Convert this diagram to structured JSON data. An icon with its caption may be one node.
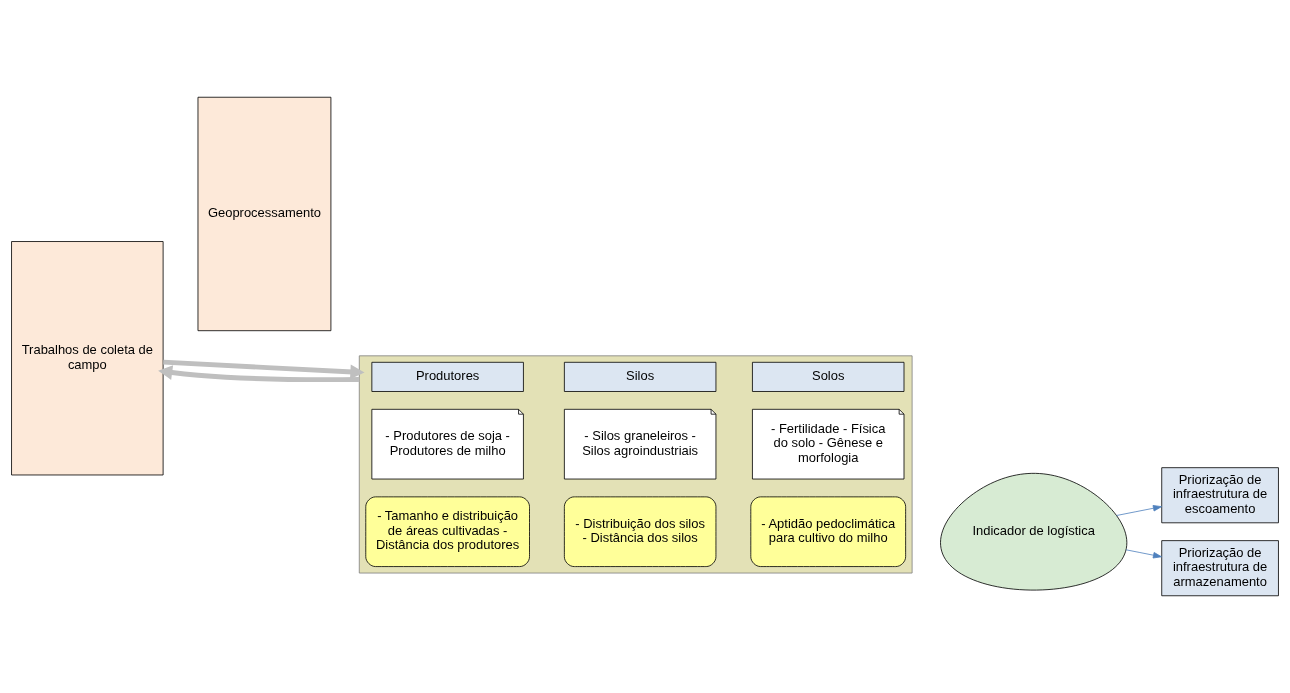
{
  "diagram": {
    "nodes": [
      {
        "text": [
          "Trabalhos de coleta de campo"
        ]
      },
      {
        "text": [
          "Geoprocessamento"
        ]
      },
      {
        "text": [],
        "shape": "box"
      },
      {
        "text": [
          "Produtores"
        ],
        "in": 2
      },
      {
        "text": [
          "- Produtores de soja - Produtores de milho"
        ],
        "in": 2
      },
      {
        "text": [
          "- Tamanho e distribuição de áreas cultivadas - Distância dos produtores"
        ],
        "in": 2
      },
      {
        "text": [
          "Silos"
        ],
        "in": 2
      },
      {
        "text": [
          "- Silos graneleiros - Silos agroindustriais"
        ],
        "in": 2
      },
      {
        "text": [
          "- Distribuição dos silos - Distância dos silos"
        ],
        "in": 2
      },
      {
        "text": [
          "Solos"
        ],
        "in": 2
      },
      {
        "text": [
          "- Fertilidade - Física do solo - Gênese e morfologia"
        ],
        "in": 2
      },
      {
        "text": [
          "- Aptidão pedoclimática para cultivo do milho"
        ],
        "in": 2
      },
      {
        "text": [
          "Indicador de logística"
        ]
      },
      {
        "text": [
          "Priorização de infraestrutura de escoamento"
        ]
      },
      {
        "text": [
          "Priorização de infraestrutura de armazenamento"
        ]
      }
    ],
    "edges": [
      {
        "from": 0,
        "to": 2,
        "arrow": "to",
        "style": "thick",
        "color": "#bfbfbf"
      },
      {
        "from": 2,
        "to": 0,
        "arrow": "to",
        "style": "thick",
        "color": "#bfbfbf"
      },
      {
        "from": 12,
        "to": 13,
        "arrow": "to",
        "color": "#4f81bd"
      },
      {
        "from": 12,
        "to": 14,
        "arrow": "to",
        "color": "#4f81bd"
      }
    ]
  }
}
